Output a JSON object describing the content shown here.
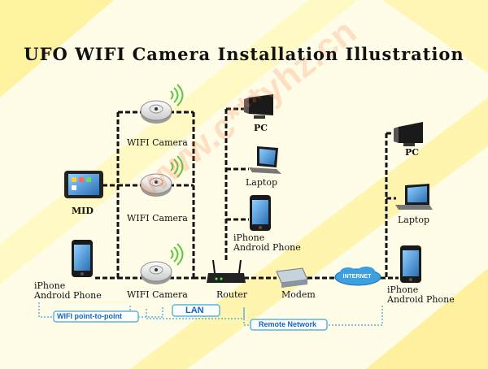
{
  "title": "UFO WIFI Camera Installation Illustration",
  "watermark": "www.c***yhz.cn",
  "labels": {
    "camera1": "WIFI Camera",
    "camera2": "WIFI Camera",
    "camera3": "WIFI Camera",
    "mid": "MID",
    "phone_left_1": "iPhone",
    "phone_left_2": "Android Phone",
    "pc_mid": "PC",
    "laptop_mid": "Laptop",
    "phone_mid_1": "iPhone",
    "phone_mid_2": "Android Phone",
    "router": "Router",
    "modem": "Modem",
    "internet": "INTERNET",
    "pc_right": "PC",
    "laptop_right": "Laptop",
    "phone_right_1": "iPhone",
    "phone_right_2": "Android Phone",
    "wifi_p2p": "WIFI point-to-point",
    "lan": "LAN",
    "remote": "Remote Network"
  },
  "colors": {
    "line": "#111111",
    "dotted": "#5ab4e0",
    "accent": "#1565c0",
    "cloud": "#3aa0e0",
    "background": "#fffde8",
    "stripe": "#fff3a0"
  },
  "icons": [
    "smoke-detector-camera-icon",
    "tablet-icon",
    "smartphone-icon",
    "monitor-icon",
    "laptop-icon",
    "router-icon",
    "modem-icon",
    "cloud-icon",
    "wifi-signal-icon"
  ]
}
